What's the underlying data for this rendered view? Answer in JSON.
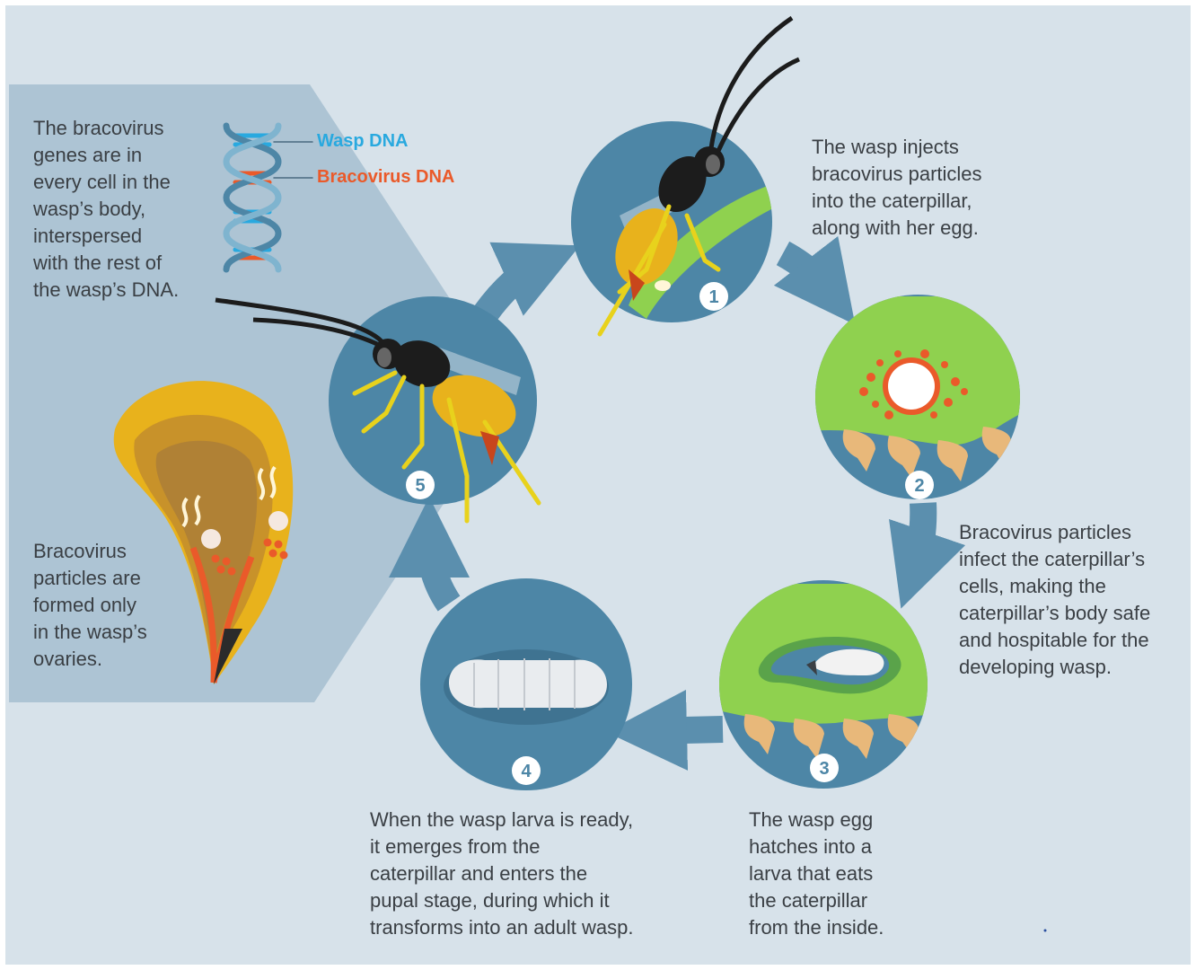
{
  "colors": {
    "background": "#d7e2ea",
    "panel": "#adc4d4",
    "circle": "#4d86a6",
    "arrow": "#5b8fae",
    "caterpillar": "#8fd14f",
    "wasp_abdomen": "#e8b21c",
    "wasp_body": "#1c1c1c",
    "wasp_dna": "#29a9df",
    "bracovirus_dna": "#ea5a2a",
    "text": "#3a3f44"
  },
  "dna_legend": {
    "wasp_label": "Wasp DNA",
    "bracovirus_label": "Bracovirus DNA"
  },
  "panel_text": {
    "genes": [
      "The bracovirus",
      "genes are in",
      "every cell in the",
      "wasp’s body,",
      "interspersed",
      "with the rest of",
      "the wasp’s DNA."
    ],
    "ovaries": [
      "Bracovirus",
      "particles are",
      "formed only",
      "in the wasp’s",
      "ovaries."
    ]
  },
  "steps": [
    {
      "number": "1",
      "lines": [
        "The wasp injects",
        "bracovirus particles",
        "into the caterpillar,",
        "along with her egg."
      ]
    },
    {
      "number": "2",
      "lines": [
        "Bracovirus particles",
        "infect the caterpillar’s",
        "cells, making the",
        "caterpillar’s body safe",
        "and hospitable for the",
        "developing wasp."
      ]
    },
    {
      "number": "3",
      "lines": [
        "The wasp egg",
        "hatches into a",
        "larva that eats",
        "the caterpillar",
        "from the inside."
      ]
    },
    {
      "number": "4",
      "lines": [
        "When the wasp larva is ready,",
        "it emerges from the",
        "caterpillar and enters the",
        "pupal stage, during which it",
        "transforms into an adult wasp."
      ]
    },
    {
      "number": "5",
      "lines": []
    }
  ]
}
